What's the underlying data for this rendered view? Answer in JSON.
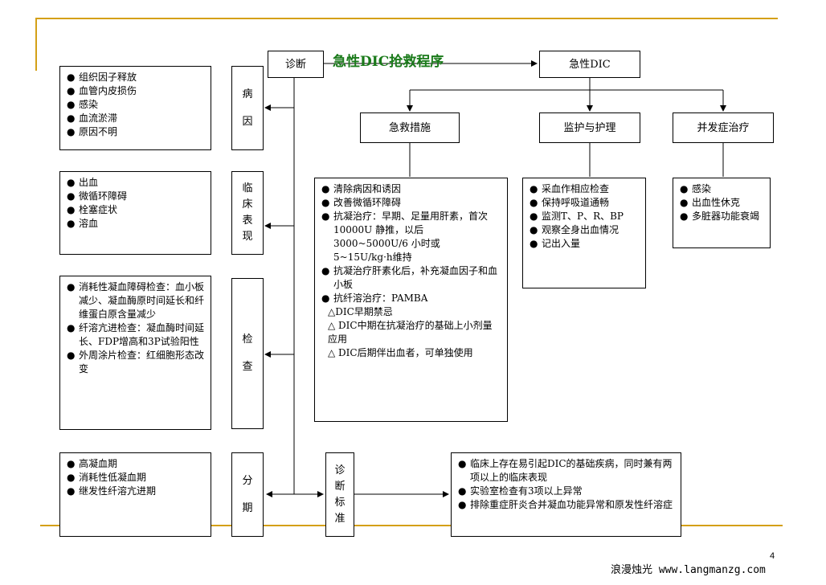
{
  "title": "急性DIC抢救程序",
  "diagnosis_label": "诊断",
  "acute_dic_label": "急性DIC",
  "left_sections": [
    {
      "label": [
        "病",
        "因"
      ],
      "items": [
        "组织因子释放",
        "血管内皮损伤",
        "感染",
        "血流淤滞",
        "原因不明"
      ]
    },
    {
      "label": [
        "临",
        "床",
        "表",
        "现"
      ],
      "items": [
        "出血",
        "微循环障碍",
        "栓塞症状",
        "溶血"
      ]
    },
    {
      "label": [
        "检",
        "查"
      ],
      "items": [
        "消耗性凝血障碍检查：血小板减少、凝血酶原时间延长和纤维蛋白原含量减少",
        "纤溶亢进检查：凝血酶时间延长、FDP增高和3P试验阳性",
        "外周涂片检查：红细胞形态改变"
      ]
    },
    {
      "label": [
        "分",
        "期"
      ],
      "items": [
        "高凝血期",
        "消耗性低凝血期",
        "继发性纤溶亢进期"
      ]
    }
  ],
  "branches": [
    {
      "label": "急救措施"
    },
    {
      "label": "监护与护理"
    },
    {
      "label": "并发症治疗"
    }
  ],
  "emergency_items": [
    {
      "type": "item",
      "text": "清除病因和诱因"
    },
    {
      "type": "item",
      "text": "改善微循环障碍"
    },
    {
      "type": "item",
      "text": "抗凝治疗：早期、足量用肝素，首次 10000U 静推，以后 3000~5000U/6 小时或 5~15U/kg·h维持"
    },
    {
      "type": "item",
      "text": "抗凝治疗肝素化后，补充凝血因子和血小板"
    },
    {
      "type": "item",
      "text": "抗纤溶治疗：PAMBA"
    },
    {
      "type": "sub",
      "text": "△DIC早期禁忌"
    },
    {
      "type": "sub",
      "text": "△ DIC中期在抗凝治疗的基础上小剂量应用"
    },
    {
      "type": "sub",
      "text": "△ DIC后期伴出血者，可单独使用"
    }
  ],
  "monitoring_items": [
    "采血作相应检查",
    "保持呼吸道通畅",
    "监测T、P、R、BP",
    "观察全身出血情况",
    "记出入量"
  ],
  "complication_items": [
    "感染",
    "出血性休克",
    "多脏器功能衰竭"
  ],
  "criteria_label": [
    "诊",
    "断",
    "标",
    "准"
  ],
  "criteria_items": [
    "临床上存在易引起DIC的基础疾病，同时兼有两项以上的临床表现",
    "实验室检查有3项以上异常",
    "排除重症肝炎合并凝血功能异常和原发性纤溶症"
  ],
  "page_number": "4",
  "footer": "浪漫烛光 www.langmanzg.com",
  "colors": {
    "accent_line": "#d4a017",
    "title": "#1a7a1a"
  }
}
